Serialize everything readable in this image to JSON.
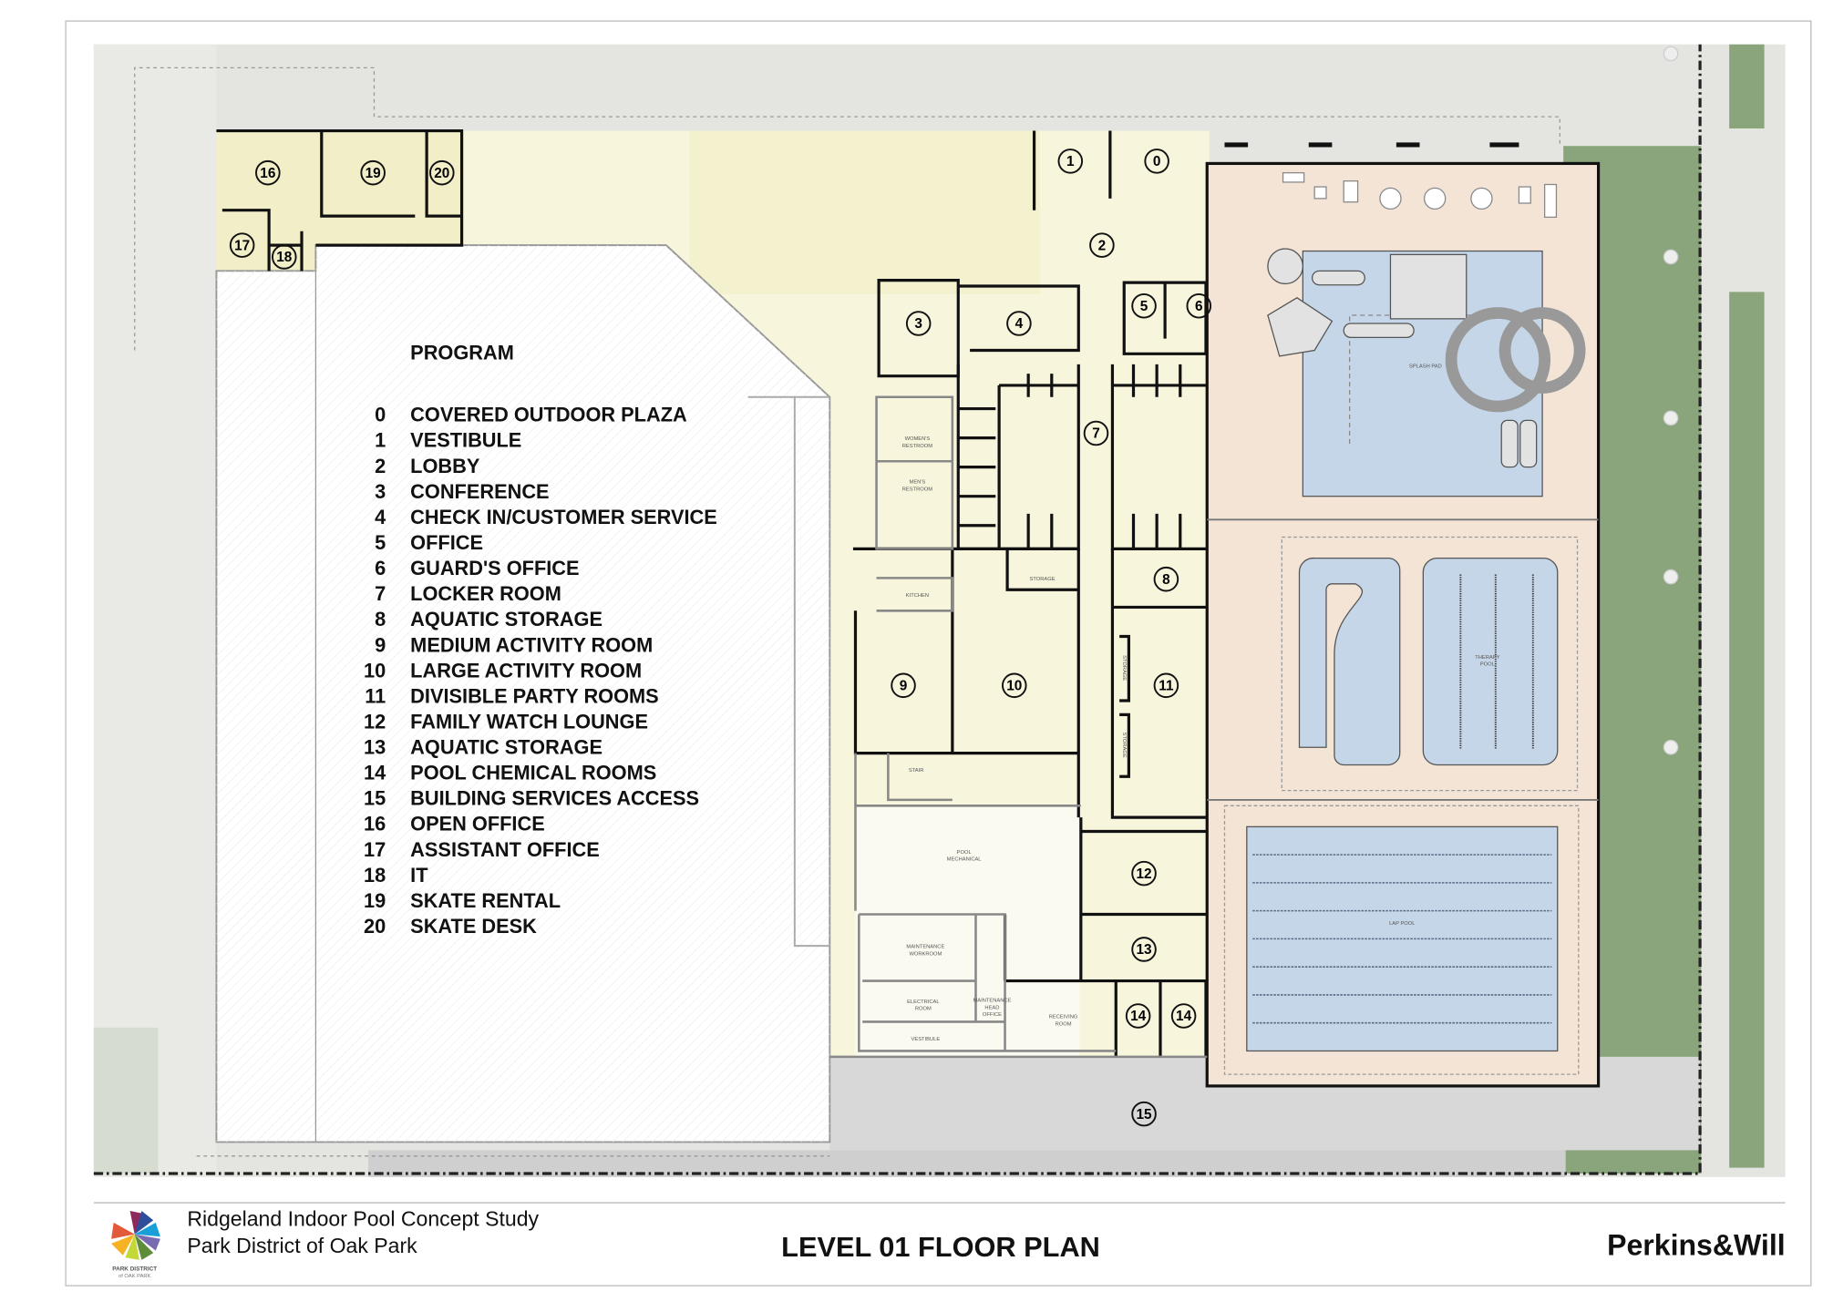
{
  "footer": {
    "project_title": "Ridgeland Indoor Pool Concept Study",
    "client": "Park District of Oak Park",
    "sheet_title": "LEVEL 01 FLOOR PLAN",
    "firm": "Perkins&Will",
    "logo_text": [
      "PARK DISTRICT",
      "of OAK PARK"
    ]
  },
  "program": {
    "heading": "PROGRAM",
    "items": [
      {
        "num": "0",
        "name": "COVERED OUTDOOR PLAZA"
      },
      {
        "num": "1",
        "name": "VESTIBULE"
      },
      {
        "num": "2",
        "name": "LOBBY"
      },
      {
        "num": "3",
        "name": "CONFERENCE"
      },
      {
        "num": "4",
        "name": "CHECK IN/CUSTOMER SERVICE"
      },
      {
        "num": "5",
        "name": "OFFICE"
      },
      {
        "num": "6",
        "name": "GUARD'S OFFICE"
      },
      {
        "num": "7",
        "name": "LOCKER ROOM"
      },
      {
        "num": "8",
        "name": "AQUATIC STORAGE"
      },
      {
        "num": "9",
        "name": "MEDIUM ACTIVITY ROOM"
      },
      {
        "num": "10",
        "name": "LARGE ACTIVITY ROOM"
      },
      {
        "num": "11",
        "name": "DIVISIBLE PARTY ROOMS"
      },
      {
        "num": "12",
        "name": "FAMILY WATCH LOUNGE"
      },
      {
        "num": "13",
        "name": "AQUATIC STORAGE"
      },
      {
        "num": "14",
        "name": "POOL CHEMICAL ROOMS"
      },
      {
        "num": "15",
        "name": "BUILDING SERVICES ACCESS"
      },
      {
        "num": "16",
        "name": "OPEN OFFICE"
      },
      {
        "num": "17",
        "name": "ASSISTANT OFFICE"
      },
      {
        "num": "18",
        "name": "IT"
      },
      {
        "num": "19",
        "name": "SKATE RENTAL"
      },
      {
        "num": "20",
        "name": "SKATE DESK"
      }
    ]
  },
  "room_tags": [
    "0",
    "1",
    "2",
    "3",
    "4",
    "5",
    "6",
    "7",
    "8",
    "9",
    "10",
    "11",
    "12",
    "13",
    "14",
    "14",
    "15",
    "16",
    "17",
    "18",
    "19",
    "20"
  ],
  "room_labels": [
    [
      "WOMEN'S",
      "RESTROOM"
    ],
    [
      "MEN'S",
      "RESTROOM"
    ],
    [
      "KITCHEN"
    ],
    [
      "STORAGE"
    ],
    [
      "STAIR"
    ],
    [
      "POOL",
      "MECHANICAL"
    ],
    [
      "MAINTENANCE",
      "WORKROOM"
    ],
    [
      "ELECTRICAL",
      "ROOM"
    ],
    [
      "MAINTENANCE",
      "HEAD",
      "OFFICE"
    ],
    [
      "RECEIVING",
      "ROOM"
    ],
    [
      "VESTIBULE"
    ],
    [
      "STORAGE"
    ],
    [
      "STORAGE"
    ],
    [
      "SPLASH PAD"
    ],
    [
      "THERAPY",
      "POOL"
    ],
    [
      "LAP POOL"
    ]
  ],
  "colors": {
    "site": "#e4e4e0",
    "building": "#f7f5dc",
    "rink": "#ffffff",
    "pool_hall": "#f3e4d6",
    "water": "#c5d6e8",
    "landscape": "#8aa57c",
    "road": "#cfcfcf"
  }
}
